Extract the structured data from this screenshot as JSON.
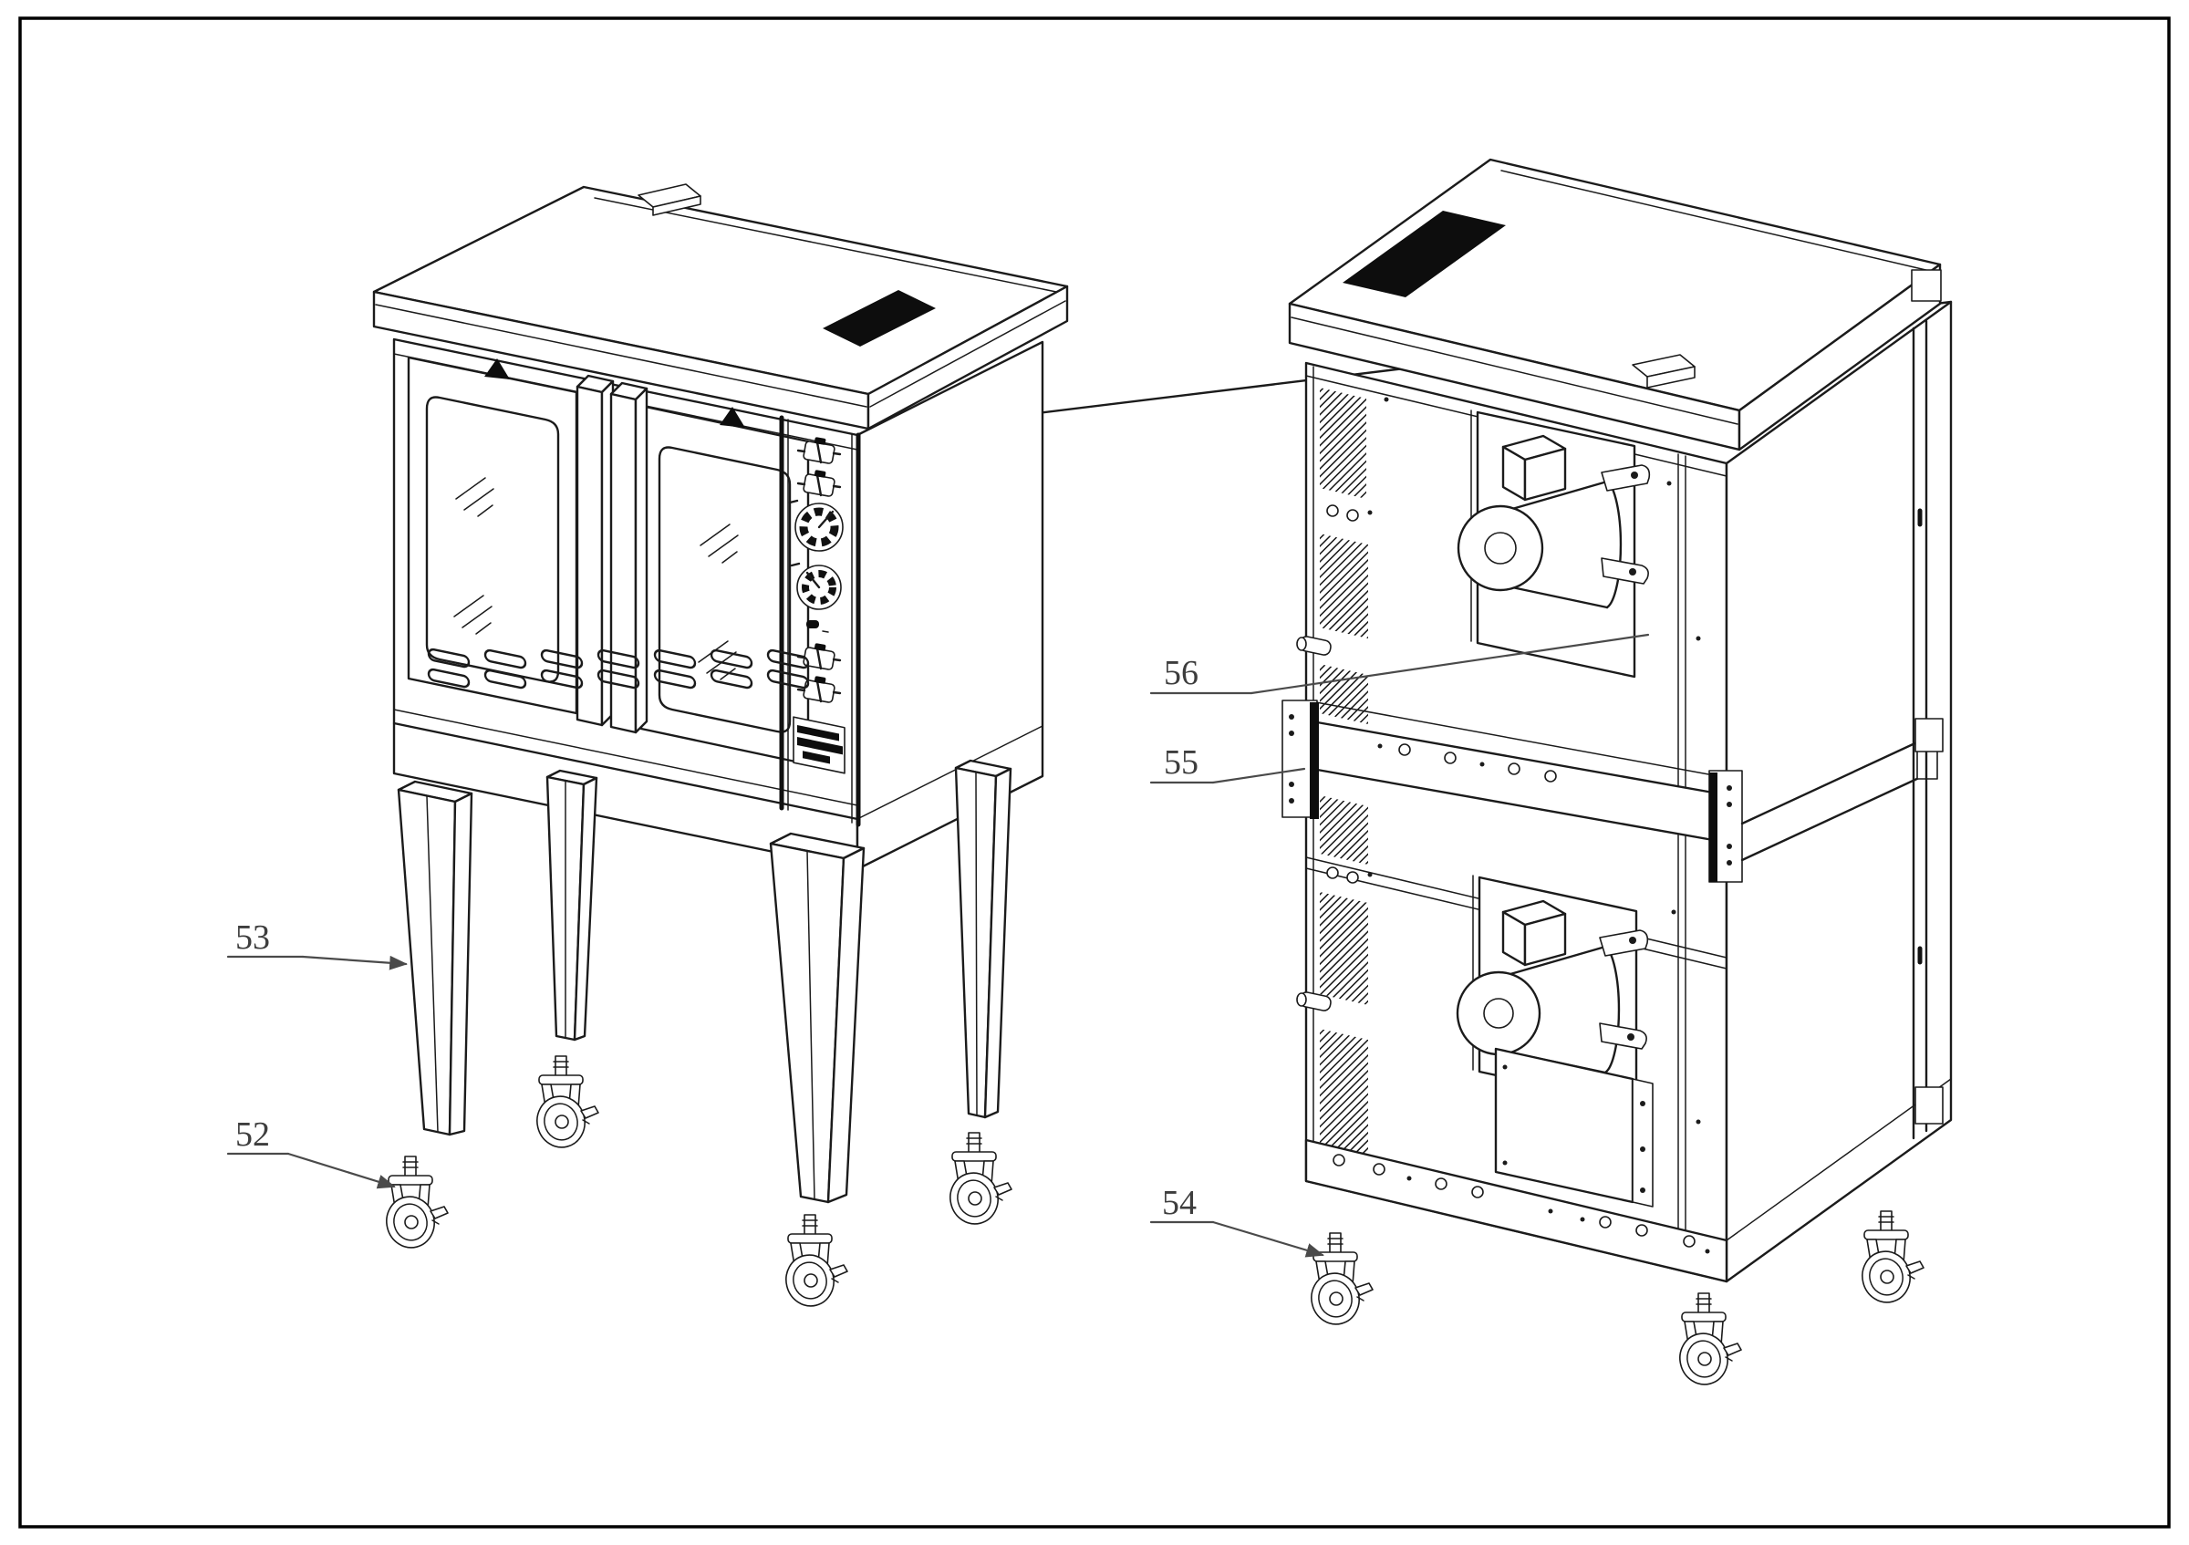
{
  "diagram": {
    "callouts": [
      {
        "label": "52"
      },
      {
        "label": "53"
      },
      {
        "label": "54"
      },
      {
        "label": "55"
      },
      {
        "label": "56"
      }
    ]
  },
  "colors": {
    "ink": "#1b1b1b",
    "label_ink": "#3d3d3d",
    "background": "#ffffff"
  }
}
